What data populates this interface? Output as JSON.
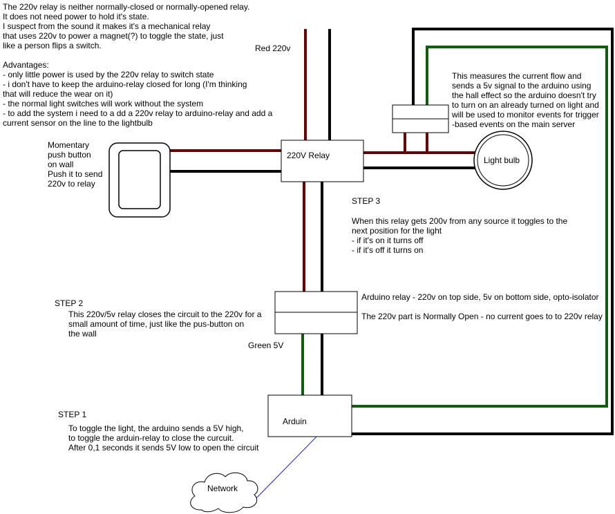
{
  "notes": {
    "intro_lines": [
      "The 220v relay is neither normally-closed or normally-opened relay.",
      "It does not need power to hold it's state.",
      "I suspect from the sound it makes it's a mechanical relay",
      "that uses 220v to power a magnet(?) to toggle the state, just",
      "like a person flips a switch."
    ],
    "advantages_lines": [
      "Advantages:",
      "- only little power is used by the 220v relay to switch state",
      "- i don't have to keep the arduino-relay closed for long (I'm thinking",
      "that will reduce the wear on it)",
      "- the normal light switches will work without the system",
      "- to add the system i need to a dd a 220v relay to arduino-relay and add a",
      "current sensor on the line to the lightbulb"
    ]
  },
  "labels": {
    "red_220v": "Red 220v",
    "green_5v": "Green 5V",
    "relay_220v": "220V Relay",
    "light_bulb": "Light bulb",
    "arduino": "Arduin",
    "network": "Network"
  },
  "push_button_lines": [
    "Momentary",
    "push button",
    "on wall",
    "Push it to send",
    "220v to relay"
  ],
  "sensor_lines": [
    "This measures the current flow and",
    "sends a 5v signal to the arduino using",
    "the hall effect so the arduino doesn't try",
    "to turn on an already turned on light and",
    "will be used to monitor events for trigger",
    "-based events on the main server"
  ],
  "step3": {
    "title": "STEP 3",
    "lines": [
      "When this relay gets 200v from any source it toggles to the",
      "next position for the light",
      "- if it's on it turns off",
      "- if it's off it turns on"
    ]
  },
  "step2": {
    "title": "STEP 2",
    "lines": [
      "This 220v/5v relay closes the circuit to the 220v for a",
      "small amount of time, just like the pus-button on",
      "the wall"
    ]
  },
  "arduino_relay": {
    "line1": "Arduino relay - 220v on top side, 5v on bottom side, opto-isolator",
    "line2": "The 220v part is Normally Open - no current goes to to 220v relay"
  },
  "step1": {
    "title": "STEP 1",
    "lines": [
      "To toggle the light, the arduino sends a 5V high,",
      "to toggle the arduin-relay to close the curcuit.",
      "After 0,1 seconds it sends 5V low to open the circuit"
    ]
  },
  "colors": {
    "red_wire": "#6b0000",
    "black_wire": "#000000",
    "green_wire": "#0b5f0b",
    "network_line": "#1f1fcc"
  }
}
